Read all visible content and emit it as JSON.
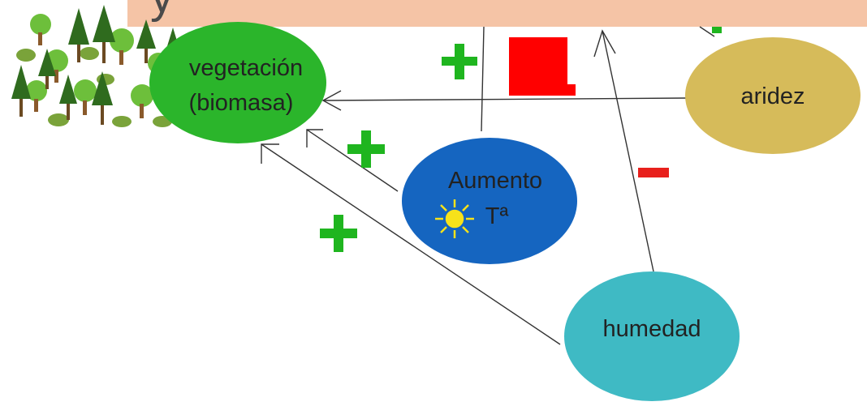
{
  "slide": {
    "title_partial": "y",
    "title_band_color": "#f5c4a6"
  },
  "nodes": {
    "vegetacion": {
      "line1": "vegetación",
      "line2": "(biomasa)",
      "color": "#2bb52b"
    },
    "aumento": {
      "line1": "Aumento",
      "line2": "Tª",
      "color": "#1565c0",
      "sun_color": "#f7e21a"
    },
    "aridez": {
      "label": "aridez",
      "color": "#d6bb5a"
    },
    "humedad": {
      "label": "humedad",
      "color": "#3fbac4"
    }
  },
  "signs": {
    "plus_color": "#1fb51f",
    "minus_color": "#e8201c",
    "big_minus_color": "#ff0000"
  },
  "icons": {
    "forest": "forest-trees-icon",
    "sun": "sun-icon"
  }
}
